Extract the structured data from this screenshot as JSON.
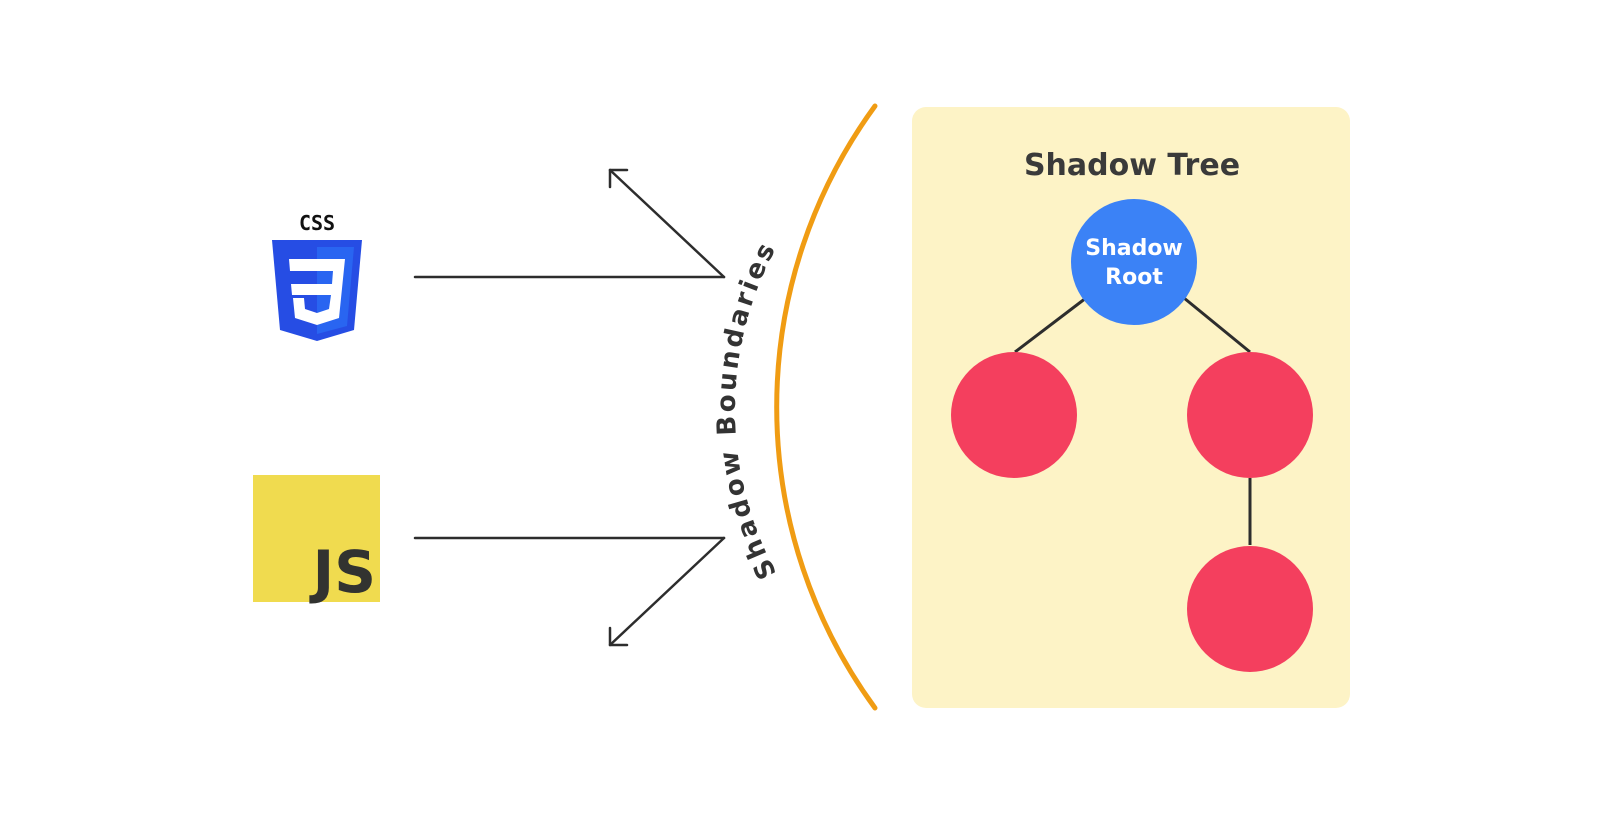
{
  "css_logo": {
    "text": "CSS",
    "color": "#264de4"
  },
  "js_logo": {
    "text": "JS",
    "color": "#f0db4f"
  },
  "boundary": {
    "label": "Shadow Boundaries",
    "color": "#f09c13"
  },
  "shadow_tree": {
    "title": "Shadow Tree",
    "background": "#fdf3c6",
    "root": {
      "line1": "Shadow",
      "line2": "Root",
      "color": "#3b82f6"
    },
    "child_color": "#f43f5e",
    "children_count": 3
  }
}
